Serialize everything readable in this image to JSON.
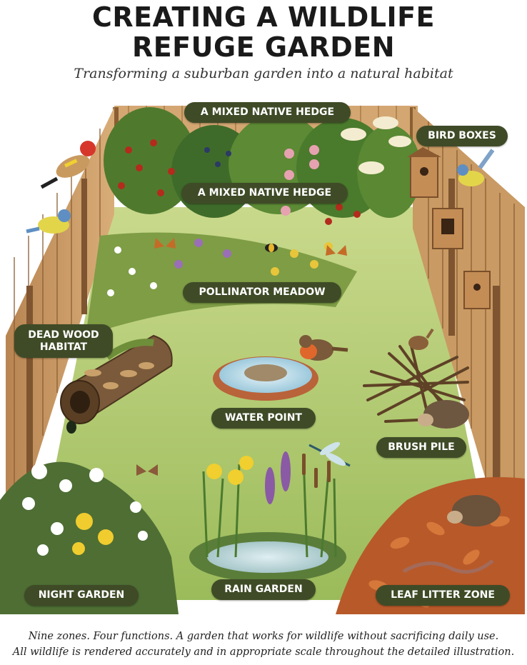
{
  "title": {
    "line1": "CREATING A WILDLIFE",
    "line2": "REFUGE GARDEN"
  },
  "subtitle": "Transforming a suburban garden into a natural habitat",
  "zones": {
    "hedge_top": "A MIXED NATIVE HEDGE",
    "hedge_mid": "A MIXED NATIVE HEDGE",
    "bird_boxes": "BIRD BOXES",
    "pollinator_meadow": "POLLINATOR MEADOW",
    "dead_wood": "DEAD WOOD\nHABITAT",
    "water_point": "WATER POINT",
    "brush_pile": "BRUSH PILE",
    "night_garden": "NIGHT GARDEN",
    "rain_garden": "RAIN GARDEN",
    "leaf_litter": "LEAF LITTER ZONE"
  },
  "footer": {
    "line1": "Nine zones. Four functions. A garden that works for wildlife without sacrificing daily use.",
    "line2": "All wildlife is rendered accurately and in appropriate scale throughout the detailed illustration."
  },
  "colors": {
    "label_bg": "#3f4b27",
    "lawn": "#a9c46a",
    "fence": "#c89a63",
    "leaf_litter": "#b8592a"
  }
}
